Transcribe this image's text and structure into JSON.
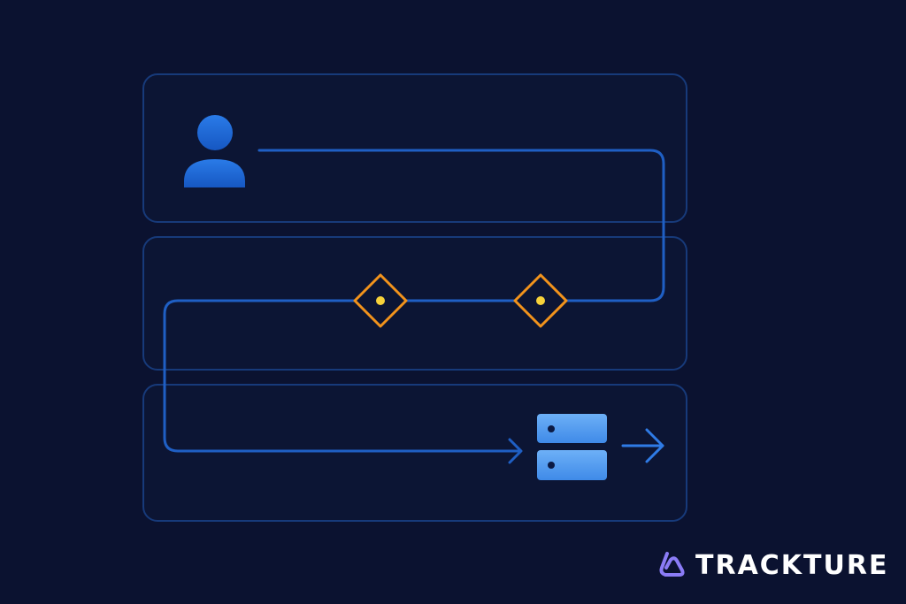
{
  "brand": {
    "name": "TRACKTURE",
    "logo_icon": "trackture-logo-icon"
  },
  "colors": {
    "background": "#0b1230",
    "lane_border": "#173a7a",
    "flow_line": "#1f5fc4",
    "decision_stroke": "#f2931c",
    "decision_dot": "#f7d23a",
    "user_icon": "#1f6fe0",
    "server_icon": "#4f9cf2",
    "brand_text": "#ffffff",
    "brand_logo": "#8b7cf6"
  },
  "diagram": {
    "lanes": [
      "lane-user",
      "lane-processing",
      "lane-storage"
    ],
    "nodes": [
      {
        "id": "user",
        "icon": "user-icon"
      },
      {
        "id": "decision-1",
        "icon": "decision-diamond-icon"
      },
      {
        "id": "decision-2",
        "icon": "decision-diamond-icon"
      },
      {
        "id": "server",
        "icon": "server-stack-icon"
      }
    ]
  }
}
